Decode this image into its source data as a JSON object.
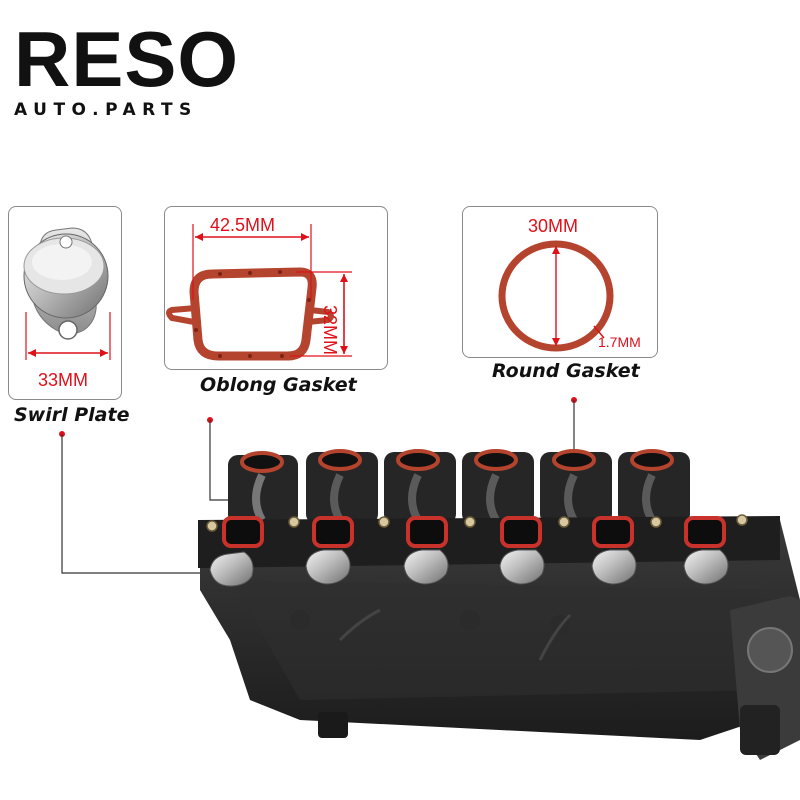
{
  "brand": {
    "name": "RESO",
    "tagline": "AUTO.PARTS"
  },
  "parts": {
    "swirl_plate": {
      "caption": "Swirl Plate",
      "dimension": "33MM"
    },
    "oblong_gasket": {
      "caption": "Oblong Gasket",
      "width": "42.5MM",
      "height": "32MM"
    },
    "round_gasket": {
      "caption": "Round Gasket",
      "diameter": "30MM",
      "thickness": "1.7MM"
    }
  },
  "colors": {
    "dimension_red": "#e0101a",
    "gasket": "#b5442e",
    "manifold": "#2a2a2a"
  }
}
